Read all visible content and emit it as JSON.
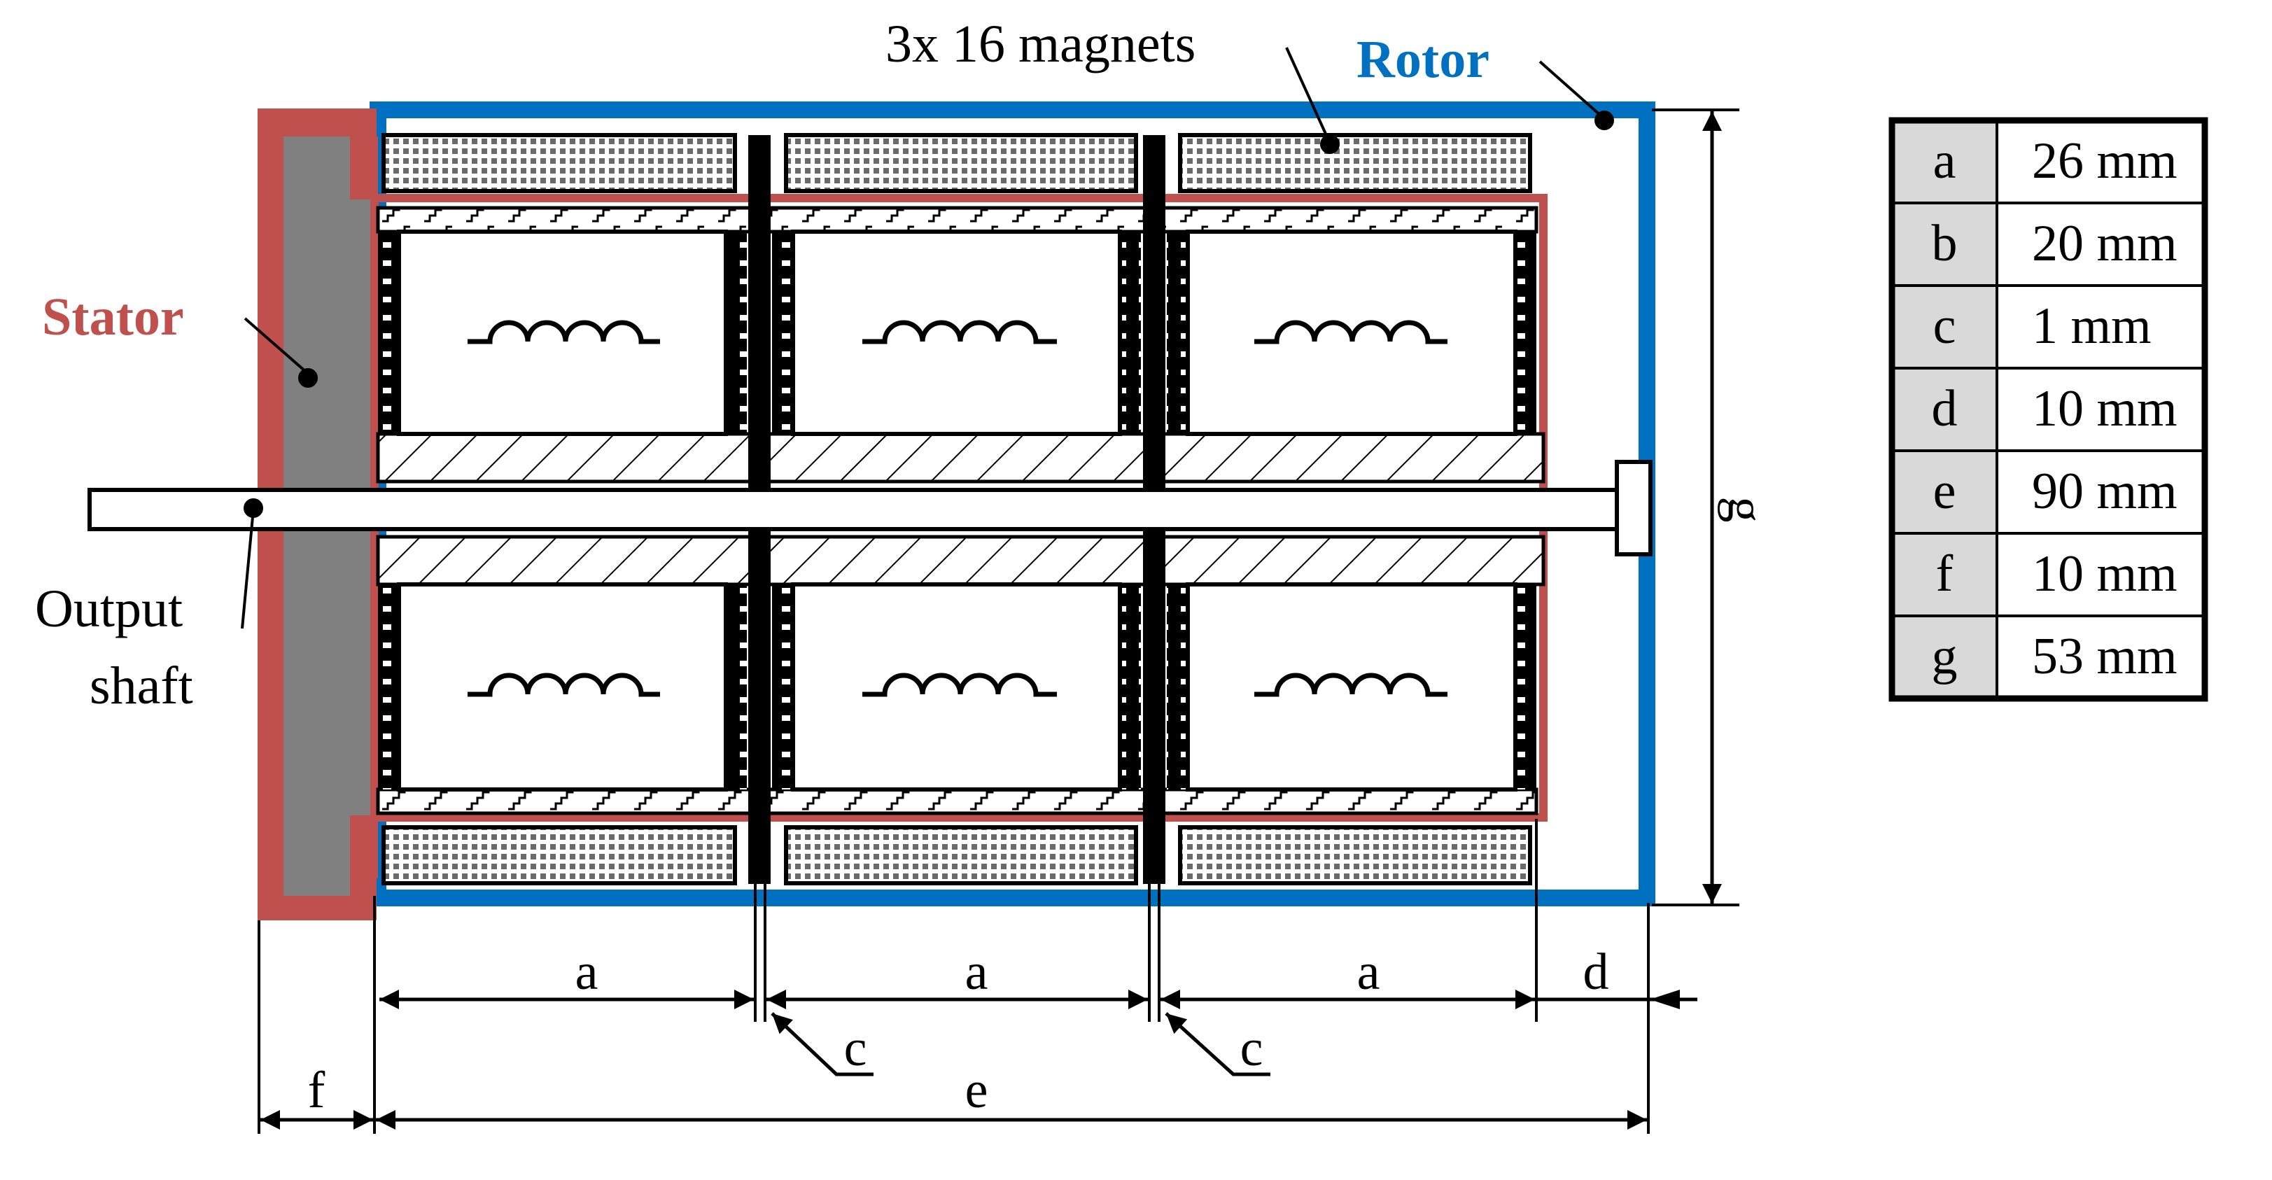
{
  "labels": {
    "magnets": "3x 16 magnets",
    "rotor": "Rotor",
    "stator": "Stator",
    "output_line1": "Output",
    "output_line2": "shaft",
    "dim_a": "a",
    "dim_c": "c",
    "dim_d": "d",
    "dim_e": "e",
    "dim_f": "f",
    "dim_g": "g"
  },
  "colors": {
    "stator": "#c0504d",
    "rotor": "#0070c0",
    "stator_core": "#808080",
    "table_key_bg": "#d9d9d9"
  },
  "dimensions_table": [
    {
      "key": "a",
      "value": "26 mm"
    },
    {
      "key": "b",
      "value": "20 mm"
    },
    {
      "key": "c",
      "value": "1 mm"
    },
    {
      "key": "d",
      "value": "10 mm"
    },
    {
      "key": "e",
      "value": "90 mm"
    },
    {
      "key": "f",
      "value": "10 mm"
    },
    {
      "key": "g",
      "value": "53 mm"
    }
  ]
}
